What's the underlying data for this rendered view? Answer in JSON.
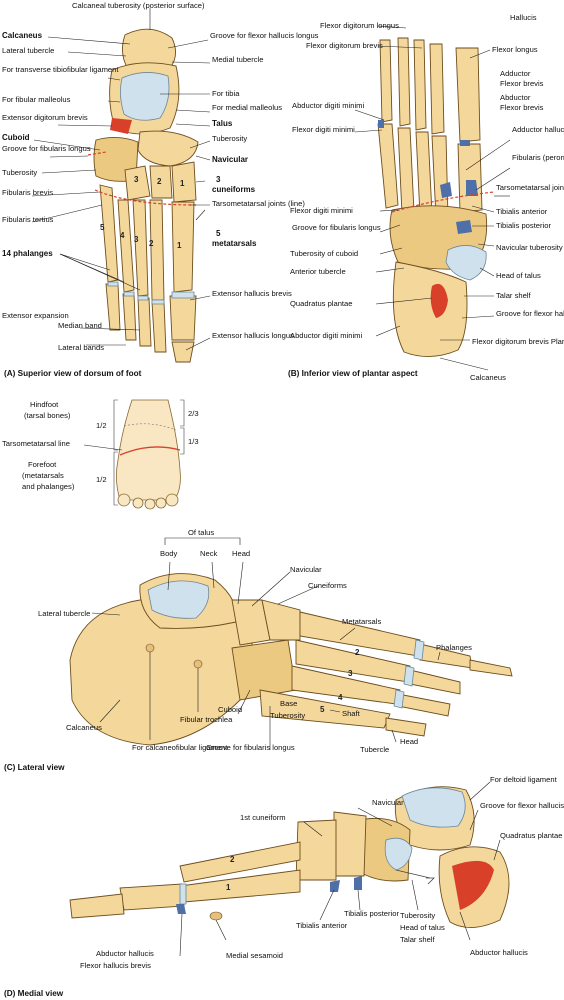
{
  "panel_a": {
    "caption": "(A) Superior view of dorsum of foot",
    "labels": {
      "calcaneal_tuberosity": "Calcaneal tuberosity (posterior surface)",
      "calcaneus": "Calcaneus",
      "groove_fhl": "Groove for flexor hallucis longus",
      "lateral_tubercle": "Lateral tubercle",
      "medial_tubercle": "Medial tubercle",
      "transverse_tibiofibular": "For transverse tibiofibular ligament",
      "for_tibia": "For tibia",
      "for_fibular_malleolus": "For fibular malleolus",
      "for_medial_malleolus": "For medial malleolus",
      "edb": "Extensor digitorum brevis",
      "talus": "Talus",
      "cuboid": "Cuboid",
      "tuberosity_nav": "Tuberosity",
      "groove_fibularis_longus": "Groove for fibularis longus",
      "navicular": "Navicular",
      "tuberosity_cub": "Tuberosity",
      "three_cuneiforms_num": "3",
      "three_cuneiforms": "cuneiforms",
      "fibularis_brevis": "Fibularis brevis",
      "tarsometatarsal": "Tarsometatarsal joints (line)",
      "fibularis_tertius": "Fibularis tertius",
      "five_metatarsals_num": "5",
      "five_metatarsals": "metatarsals",
      "phalanges14": "14 phalanges",
      "ehb": "Extensor hallucis brevis",
      "extensor_expansion": "Extensor expansion",
      "median_band": "Median band",
      "lateral_bands": "Lateral bands",
      "ehl": "Extensor hallucis longus"
    },
    "numerals": {
      "cun3": "3",
      "cun2": "2",
      "cun1": "1",
      "mt5": "5",
      "mt4": "4",
      "mt3": "3",
      "mt2": "2",
      "mt1": "1"
    }
  },
  "panel_b": {
    "caption": "(B) Inferior view of plantar aspect",
    "labels": {
      "fdl": "Flexor digitorum longus",
      "hallucis": "Hallucis",
      "fdb": "Flexor digitorum brevis",
      "flexor_longus": "Flexor longus",
      "adductor": "Adductor",
      "flexor_brevis1": "Flexor brevis",
      "abductor": "Abductor",
      "flexor_brevis2": "Flexor brevis",
      "adm": "Abductor digiti minimi",
      "fdm": "Flexor digiti minimi",
      "adductor_hallucis": "Adductor hallucis",
      "fibularis_peroneus": "Fibularis (peroneus) longus",
      "tmt_joints": "Tarsometatarsal joints (line)",
      "fdm2": "Flexor digiti minimi",
      "tibialis_anterior": "Tibialis anterior",
      "groove_fib_longus": "Groove for fibularis longus",
      "tibialis_posterior": "Tibialis posterior",
      "tuberosity_cuboid": "Tuberosity of cuboid",
      "navicular_tuberosity": "Navicular tuberosity",
      "anterior_tubercle": "Anterior tubercle",
      "head_of_talus": "Head of talus",
      "quadratus_plantae": "Quadratus plantae",
      "talar_shelf": "Talar shelf",
      "groove_fhl": "Groove for flexor hallucis longus",
      "adm2": "Abductor digiti minimi",
      "fdb_plantar": "Flexor digitorum brevis Plantar aponeurosis",
      "calcaneus": "Calcaneus"
    }
  },
  "panel_inset": {
    "hindfoot": "Hindfoot",
    "tarsal_bones": "(tarsal bones)",
    "tmt_line": "Tarsometatarsal line",
    "forefoot": "Forefoot",
    "metatarsals_and": "(metatarsals",
    "and_phalanges": "and phalanges)",
    "half_top": "1/2",
    "half_bottom": "1/2",
    "two_thirds": "2/3",
    "one_third": "1/3"
  },
  "panel_c": {
    "caption": "(C) Lateral view",
    "labels": {
      "of_talus": "Of talus",
      "body": "Body",
      "neck": "Neck",
      "head": "Head",
      "navicular": "Navicular",
      "cuneiforms": "Cuneiforms",
      "lateral_tubercle": "Lateral tubercle",
      "metatarsals": "Metatarsals",
      "phalanges": "Phalanges",
      "calcaneus": "Calcaneus",
      "fibular_trochlea": "Fibular trochlea",
      "cuboid": "Cuboid",
      "base": "Base",
      "tuberosity": "Tuberosity",
      "shaft": "Shaft",
      "head2": "Head",
      "tubercle": "Tubercle",
      "for_calcaneofibular": "For calcaneofibular ligament",
      "groove_fibularis": "Groove for fibularis longus"
    },
    "numerals": {
      "n2": "2",
      "n3": "3",
      "n4": "4",
      "n5": "5"
    }
  },
  "panel_d": {
    "caption": "(D) Medial view",
    "labels": {
      "deltoid": "For deltoid ligament",
      "navicular": "Navicular",
      "groove_fhl": "Groove for flexor hallucis longus",
      "first_cuneiform": "1st cuneiform",
      "quadratus_plantae": "Quadratus plantae",
      "tibialis_anterior": "Tibialis anterior",
      "tibialis_posterior": "Tibialis posterior",
      "tuberosity": "Tuberosity",
      "head_of_talus": "Head of talus",
      "talar_shelf": "Talar shelf",
      "abductor_hallucis": "Abductor hallucis",
      "abductor_hallucis2": "Abductor hallucis",
      "fhb": "Flexor hallucis brevis",
      "medial_sesamoid": "Medial sesamoid"
    },
    "numerals": {
      "n2": "2",
      "n1": "1"
    }
  },
  "colors": {
    "bone": "#f4d79a",
    "cartilage": "#cfe1ec",
    "muscle_origin": "#d8402a",
    "muscle_insertion": "#4f6fa8"
  }
}
